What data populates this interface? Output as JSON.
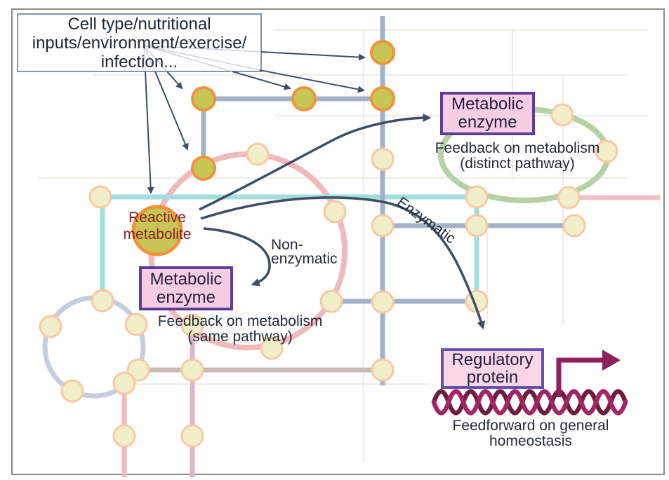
{
  "figure": {
    "title": "Reactive metabolite signalling diagram"
  },
  "label_box": {
    "lines": [
      "Cell type/nutritional",
      "inputs/environment/exercise/",
      "infection..."
    ]
  },
  "boxes": {
    "enzyme_distinct": {
      "lines": [
        "Metabolic",
        "enzyme"
      ]
    },
    "enzyme_same": {
      "lines": [
        "Metabolic",
        "enzyme"
      ]
    },
    "regulatory": {
      "lines": [
        "Regulatory",
        "protein"
      ]
    }
  },
  "captions": {
    "feedback_distinct": {
      "lines": [
        "Feedback on metabolism",
        "(distinct pathway)"
      ]
    },
    "feedback_same": {
      "lines": [
        "Feedback on metabolism",
        "(same pathway)"
      ]
    },
    "feedforward": {
      "lines": [
        "Feedforward on general",
        "homeostasis"
      ]
    },
    "non_enzymatic": {
      "lines": [
        "Non-",
        "enzymatic"
      ]
    },
    "enzymatic": {
      "label": "Enzymatic"
    },
    "reactive_metabolite": {
      "lines": [
        "Reactive",
        "metabolite"
      ]
    }
  },
  "colors": {
    "arrow_dark": "#3e4e66",
    "text_dark": "#222b3a",
    "metabolite_text": "#8b2025",
    "box_border_purple": "#5b3f96",
    "box_border_violet": "#6353ac",
    "box_pink_bg": "#f7cde4",
    "node_fill": "#f2eec9",
    "node_border": "#f8c9a3",
    "green_node_fill": "#c7c654",
    "green_node_border": "#ef943e",
    "line_blue": "#a4b2c9",
    "line_teal": "#a2dedb",
    "line_pink": "#f0b9bc",
    "line_pink_light": "#f2bfc4",
    "line_mauve": "#dfb3cb",
    "line_taupe": "#cdbcb6",
    "line_lavender": "#c8cddd",
    "line_green": "#b6d1a5",
    "grid": "#e9e6dc",
    "frame": "#8d8d82",
    "dna_dark": "#6e1d3f",
    "dna_magenta": "#a22664",
    "transcription_arrow": "#8e2060",
    "fan_line_light": "#ccd1da"
  }
}
